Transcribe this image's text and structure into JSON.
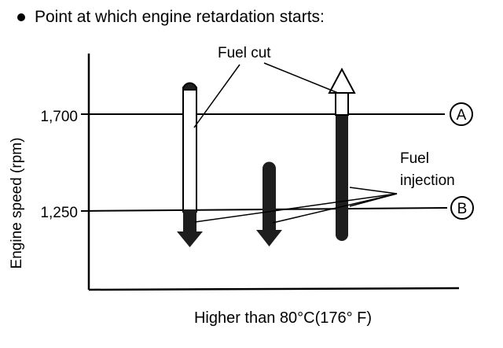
{
  "heading": "Point at which engine retardation starts:",
  "y_axis_label": "Engine speed (rpm)",
  "x_axis_label": "Higher than 80°C(176° F)",
  "tick_labels": [
    "1,700",
    "1,250"
  ],
  "line_markers": [
    "A",
    "B"
  ],
  "callouts": {
    "fuel_cut": "Fuel cut",
    "fuel_injection_line1": "Fuel",
    "fuel_injection_line2": "injection"
  },
  "colors": {
    "ink": "#000000",
    "dark_fill": "#1e1e1e",
    "background": "#ffffff"
  }
}
